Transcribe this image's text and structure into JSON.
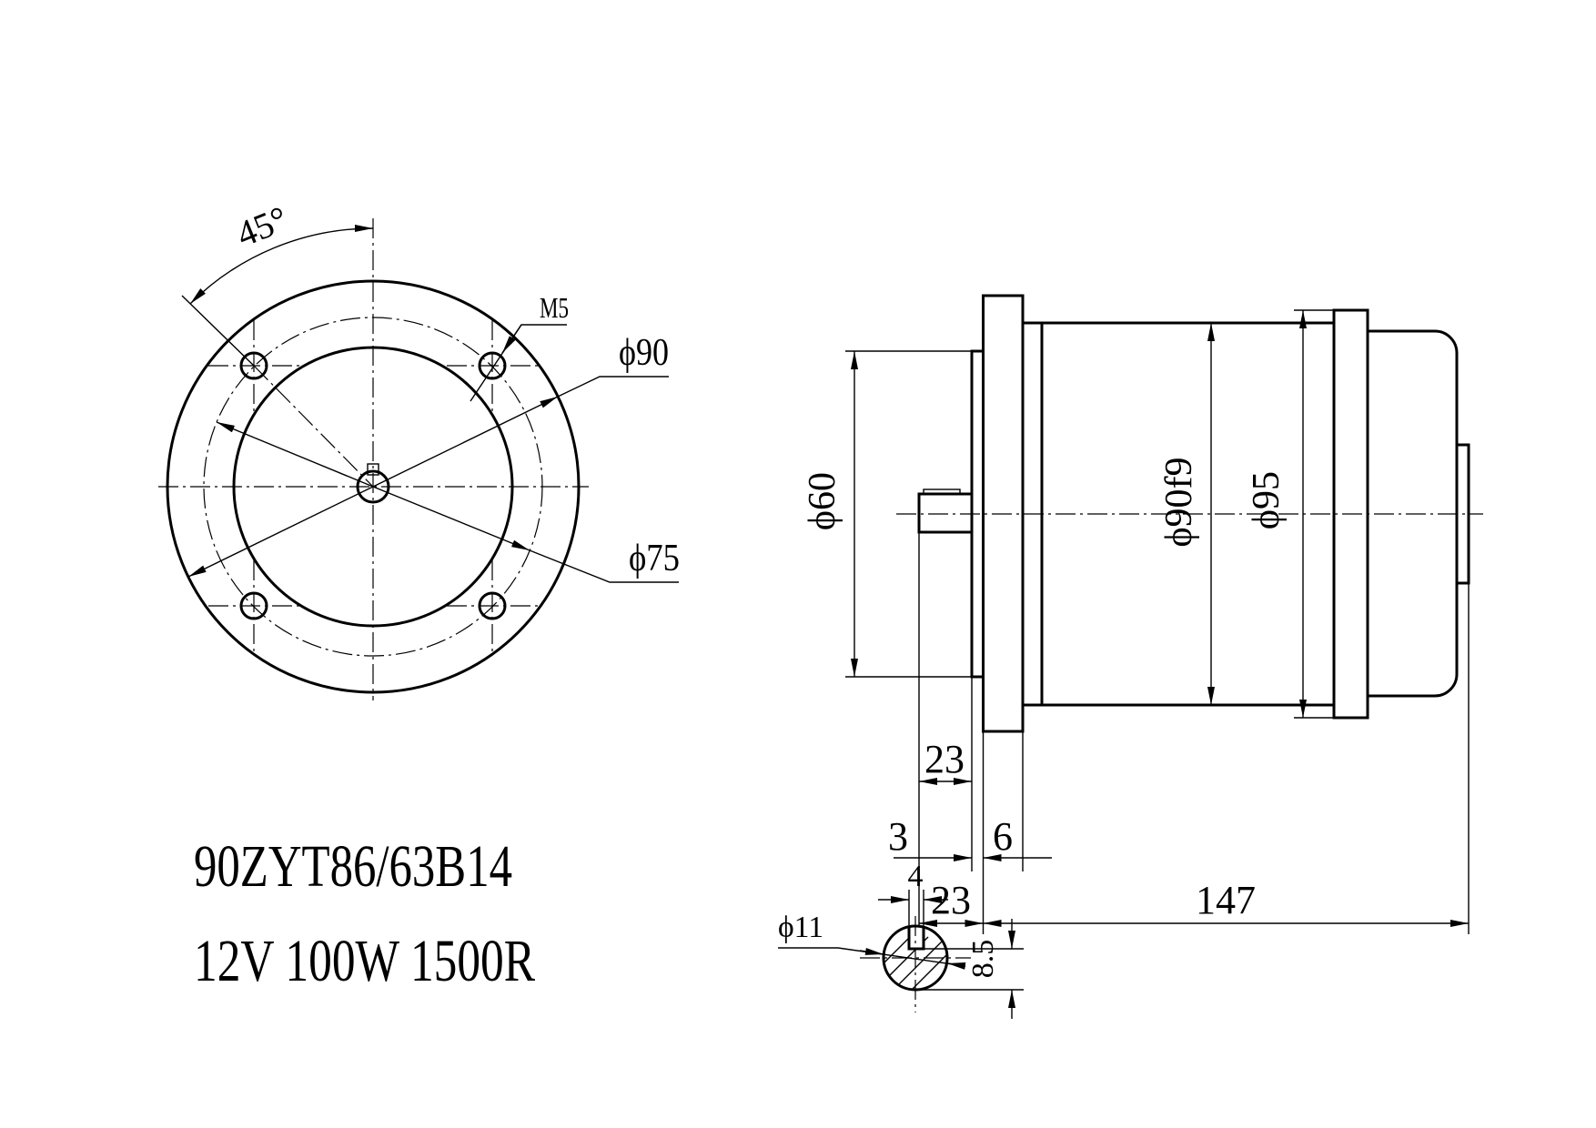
{
  "drawing": {
    "model": "90ZYT86/63B14",
    "specs": "12V 100W 1500R",
    "front_view": {
      "angle_label": "45°",
      "thread_label": "M5",
      "outer_diameter_label": "ϕ90",
      "pcd_label": "ϕ75"
    },
    "side_view": {
      "pilot_diameter_label": "ϕ60",
      "body_diameter_label": "ϕ90f9",
      "rear_diameter_label": "ϕ95",
      "shaft_length_label": "23",
      "pilot_depth_label": "3",
      "flange_thickness_label": "6",
      "shaft_total_label": "23",
      "body_length_label": "147"
    },
    "shaft_section": {
      "key_width_label": "4",
      "shaft_diameter_label": "ϕ11",
      "key_depth_label": "8.5"
    },
    "colors": {
      "line": "#000000",
      "background": "#ffffff"
    }
  }
}
